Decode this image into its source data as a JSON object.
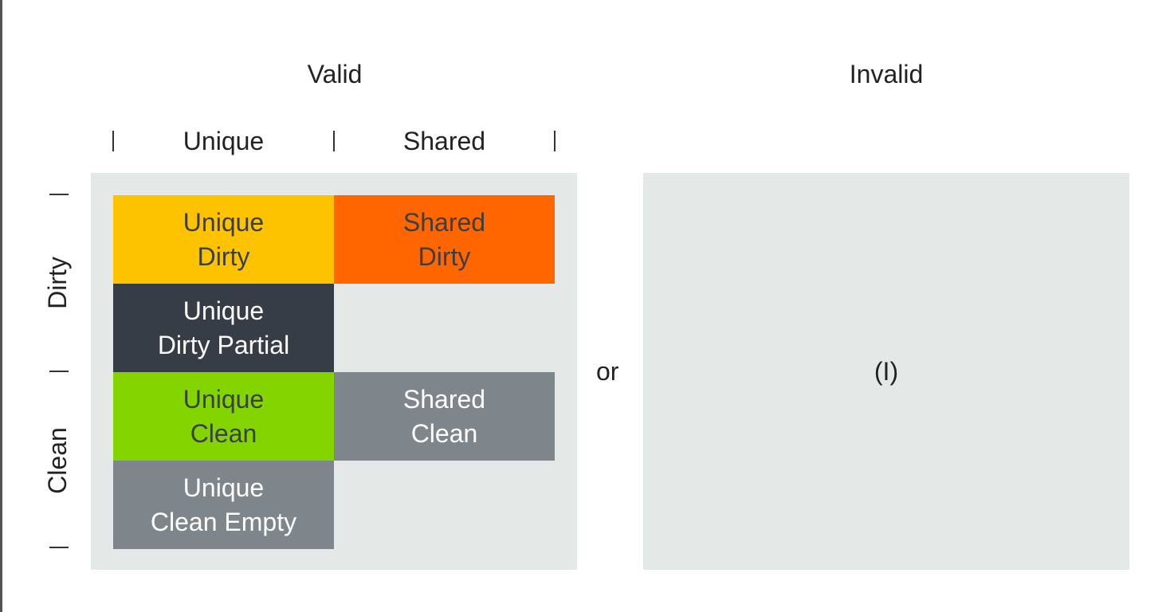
{
  "headings": {
    "valid": "Valid",
    "invalid": "Invalid"
  },
  "columns": {
    "unique": "Unique",
    "shared": "Shared"
  },
  "rows": {
    "dirty": "Dirty",
    "clean": "Clean"
  },
  "cells": {
    "unique_dirty": {
      "line1": "Unique",
      "line2": "Dirty",
      "bg": "#fdc300",
      "fg": "#3a3f47"
    },
    "shared_dirty": {
      "line1": "Shared",
      "line2": "Dirty",
      "bg": "#ff6600",
      "fg": "#3a3f47"
    },
    "unique_dirty_partial": {
      "line1": "Unique",
      "line2": "Dirty Partial",
      "bg": "#363d47",
      "fg": "#ffffff"
    },
    "unique_clean": {
      "line1": "Unique",
      "line2": "Clean",
      "bg": "#84d500",
      "fg": "#3a3f47"
    },
    "shared_clean": {
      "line1": "Shared",
      "line2": "Clean",
      "bg": "#7f868b",
      "fg": "#ffffff"
    },
    "unique_clean_empty": {
      "line1": "Unique",
      "line2": "Clean Empty",
      "bg": "#7f868b",
      "fg": "#ffffff"
    }
  },
  "connector": "or",
  "invalid_state": "(I)",
  "colors": {
    "panel_bg": "#e4e9e8",
    "text": "#222222"
  }
}
